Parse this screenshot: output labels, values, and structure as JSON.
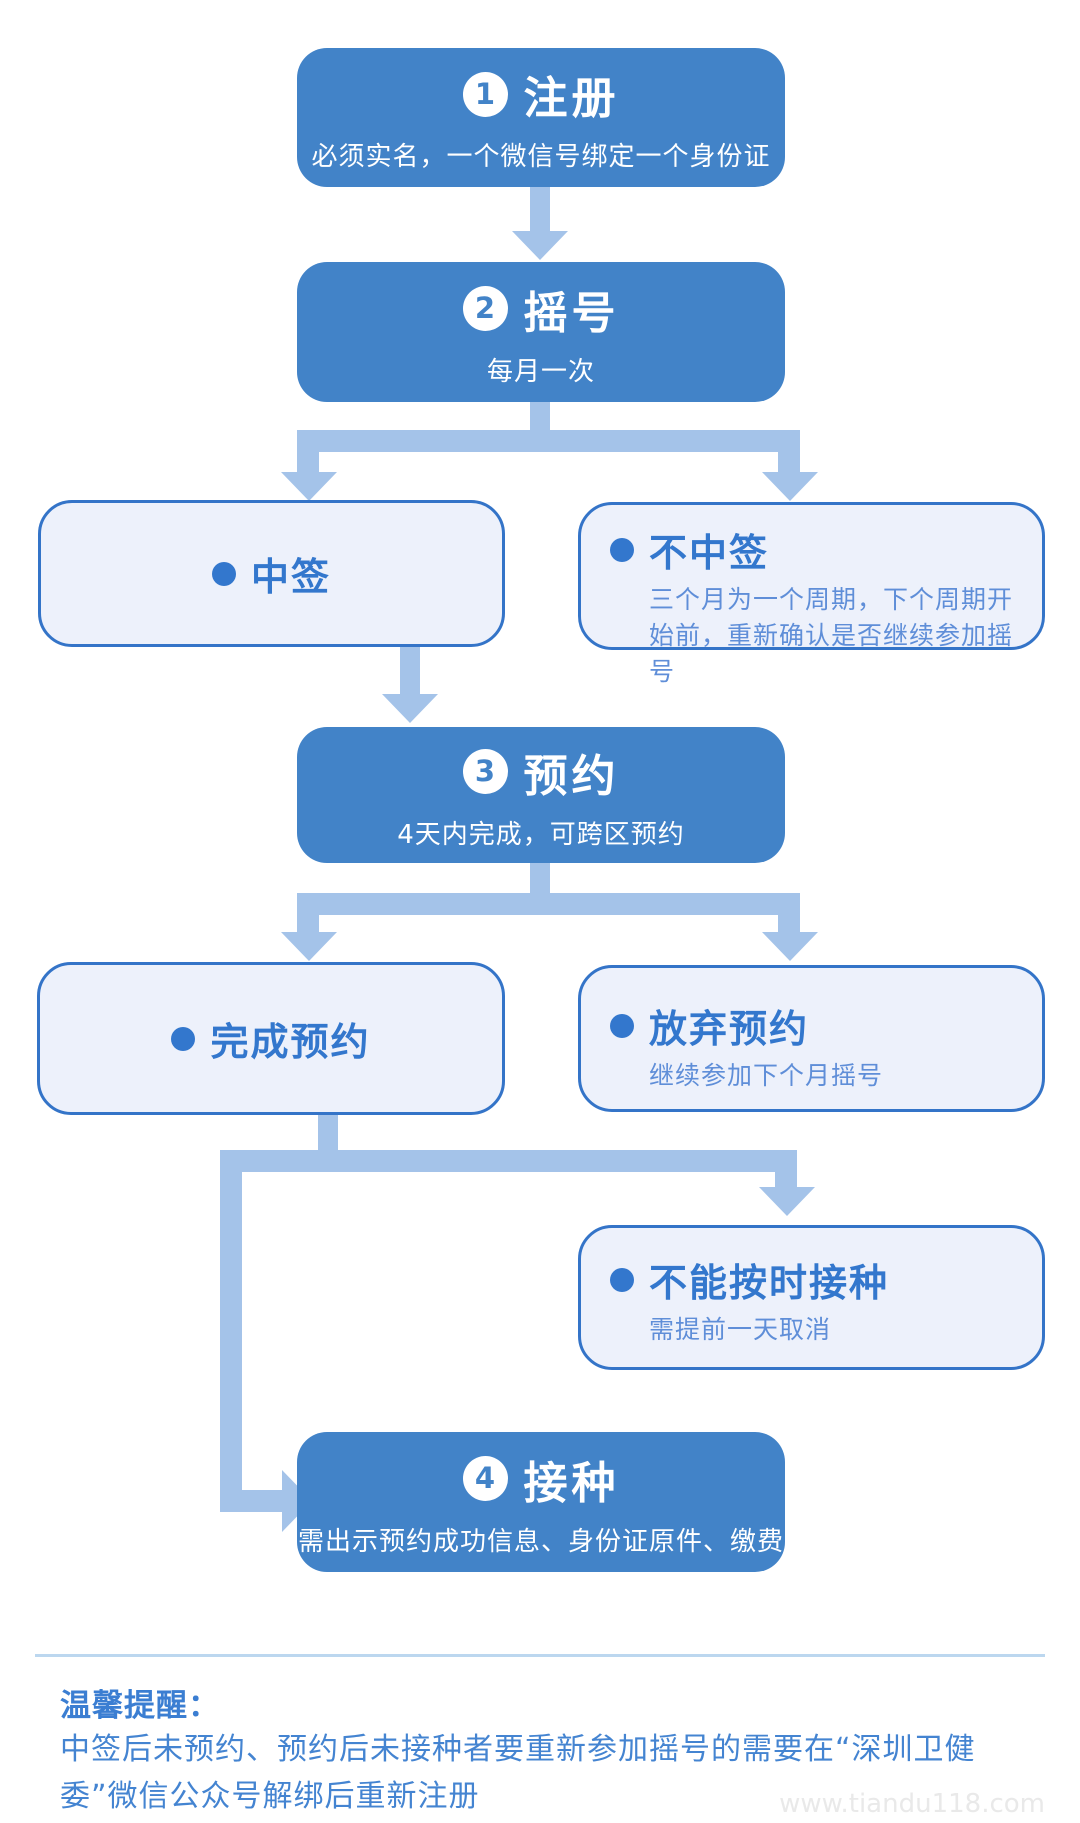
{
  "colors": {
    "blue": "#4283c8",
    "light": "#edf1fb",
    "border-blue": "#3474c8",
    "header-blue": "#3377cd",
    "detail-blue": "#5f8ed8",
    "conn": "#a4c3e9",
    "divider": "#bcd7ef",
    "footer-title": "#3b7ed2",
    "footer-body": "#4484d1",
    "watermark": "#e9e9e9"
  },
  "steps": {
    "s1": {
      "num": "1",
      "title": "注册",
      "subtitle": "必须实名，一个微信号绑定一个身份证"
    },
    "s2": {
      "num": "2",
      "title": "摇号",
      "subtitle": "每月一次"
    },
    "s3": {
      "num": "3",
      "title": "预约",
      "subtitle": "4天内完成，可跨区预约"
    },
    "s4": {
      "num": "4",
      "title": "接种",
      "subtitle": "需出示预约成功信息、身份证原件、缴费"
    }
  },
  "branches": {
    "win": {
      "title": "中签"
    },
    "lose": {
      "title": "不中签",
      "detail": "三个月为一个周期，下个周期开始前，重新确认是否继续参加摇号"
    },
    "done": {
      "title": "完成预约"
    },
    "giveup": {
      "title": "放弃预约",
      "detail": "继续参加下个月摇号"
    },
    "cannot": {
      "title": "不能按时接种",
      "detail": "需提前一天取消"
    }
  },
  "footer": {
    "reminder_title": "温馨提醒：",
    "reminder_body": "中签后未预约、预约后未接种者要重新参加摇号的需要在“深圳卫健委”微信公众号解绑后重新注册",
    "watermark": "www.tiandu118.com"
  }
}
